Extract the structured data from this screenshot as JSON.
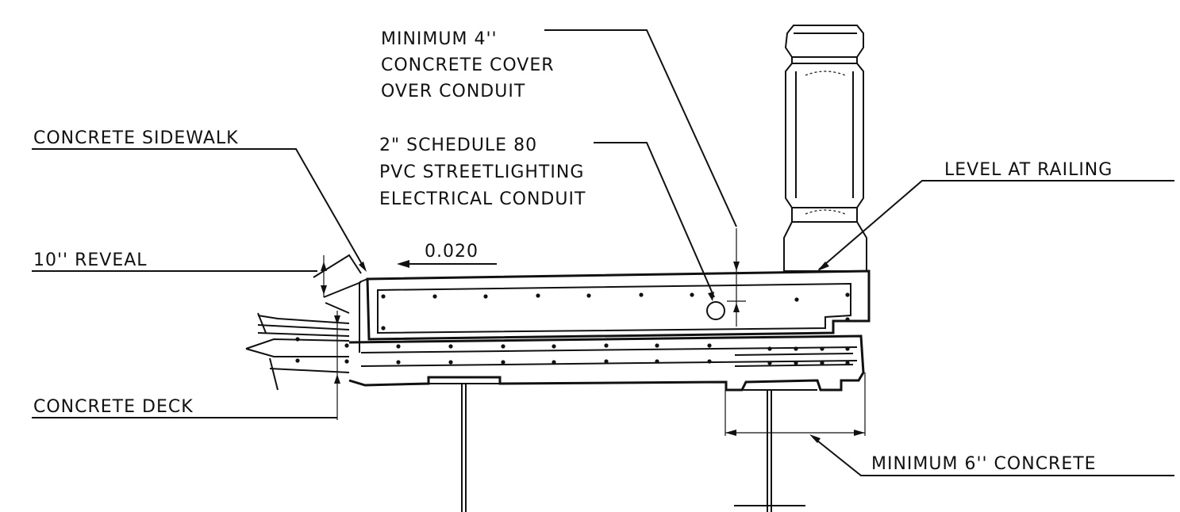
{
  "labels": {
    "min_cover": [
      "MINIMUM 4''",
      "CONCRETE COVER",
      "OVER CONDUIT"
    ],
    "sidewalk": "CONCRETE SIDEWALK",
    "conduit": [
      "2\" SCHEDULE 80",
      "PVC STREETLIGHTING",
      "ELECTRICAL CONDUIT"
    ],
    "level_railing": "LEVEL AT RAILING",
    "reveal": "10'' REVEAL",
    "slope": "0.020",
    "deck": "CONCRETE DECK",
    "min_concrete": "MINIMUM 6'' CONCRETE"
  }
}
